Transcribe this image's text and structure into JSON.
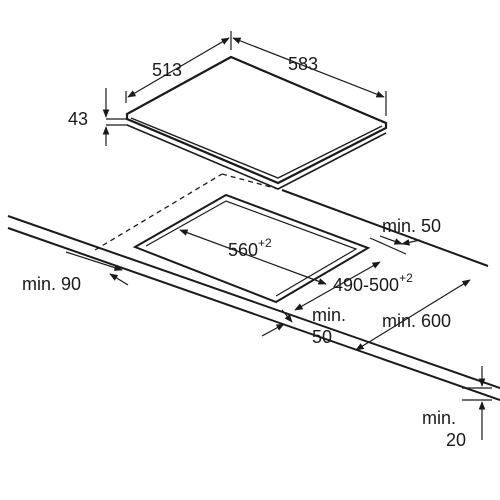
{
  "diagram": {
    "dim_width_top": "513",
    "dim_depth_top": "583",
    "dim_height": "43",
    "dim_cutout_width": "560",
    "dim_cutout_width_tol": "+2",
    "dim_cutout_depth": "490-500",
    "dim_cutout_depth_tol": "+2",
    "min_back": "min. 50",
    "min_left": "min. 90",
    "min_front_1": "min.",
    "min_front_2": "50",
    "min_depth": "min. 600",
    "min_thickness_1": "min.",
    "min_thickness_2": "20"
  },
  "colors": {
    "ink": "#1a1a1a",
    "background": "#ffffff"
  }
}
